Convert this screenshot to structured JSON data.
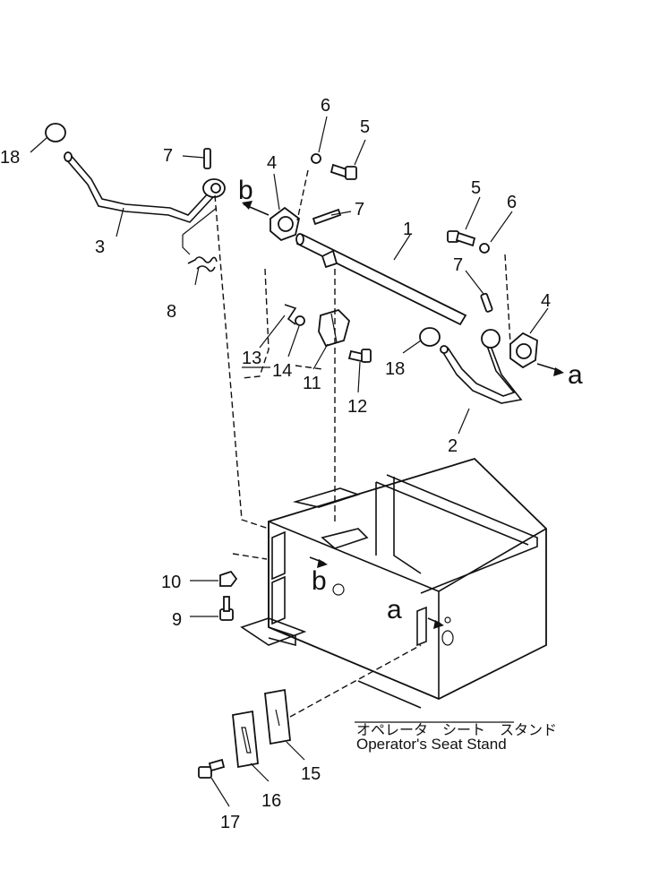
{
  "callouts": {
    "n1": "1",
    "n2": "2",
    "n3": "3",
    "n4a": "4",
    "n4b": "4",
    "n5a": "5",
    "n5b": "5",
    "n6a": "6",
    "n6b": "6",
    "n7a": "7",
    "n7b": "7",
    "n7c": "7",
    "n8": "8",
    "n9": "9",
    "n10": "10",
    "n11": "11",
    "n12": "12",
    "n13": "13",
    "n14": "14",
    "n15": "15",
    "n16": "16",
    "n17": "17",
    "n18a": "18",
    "n18b": "18"
  },
  "refs": {
    "a_arrow": "a",
    "a_stand": "a",
    "b_arrow": "b",
    "b_stand": "b"
  },
  "caption": {
    "japanese": "オペレータ　シート　スタンド",
    "english": "Operator's Seat Stand"
  }
}
